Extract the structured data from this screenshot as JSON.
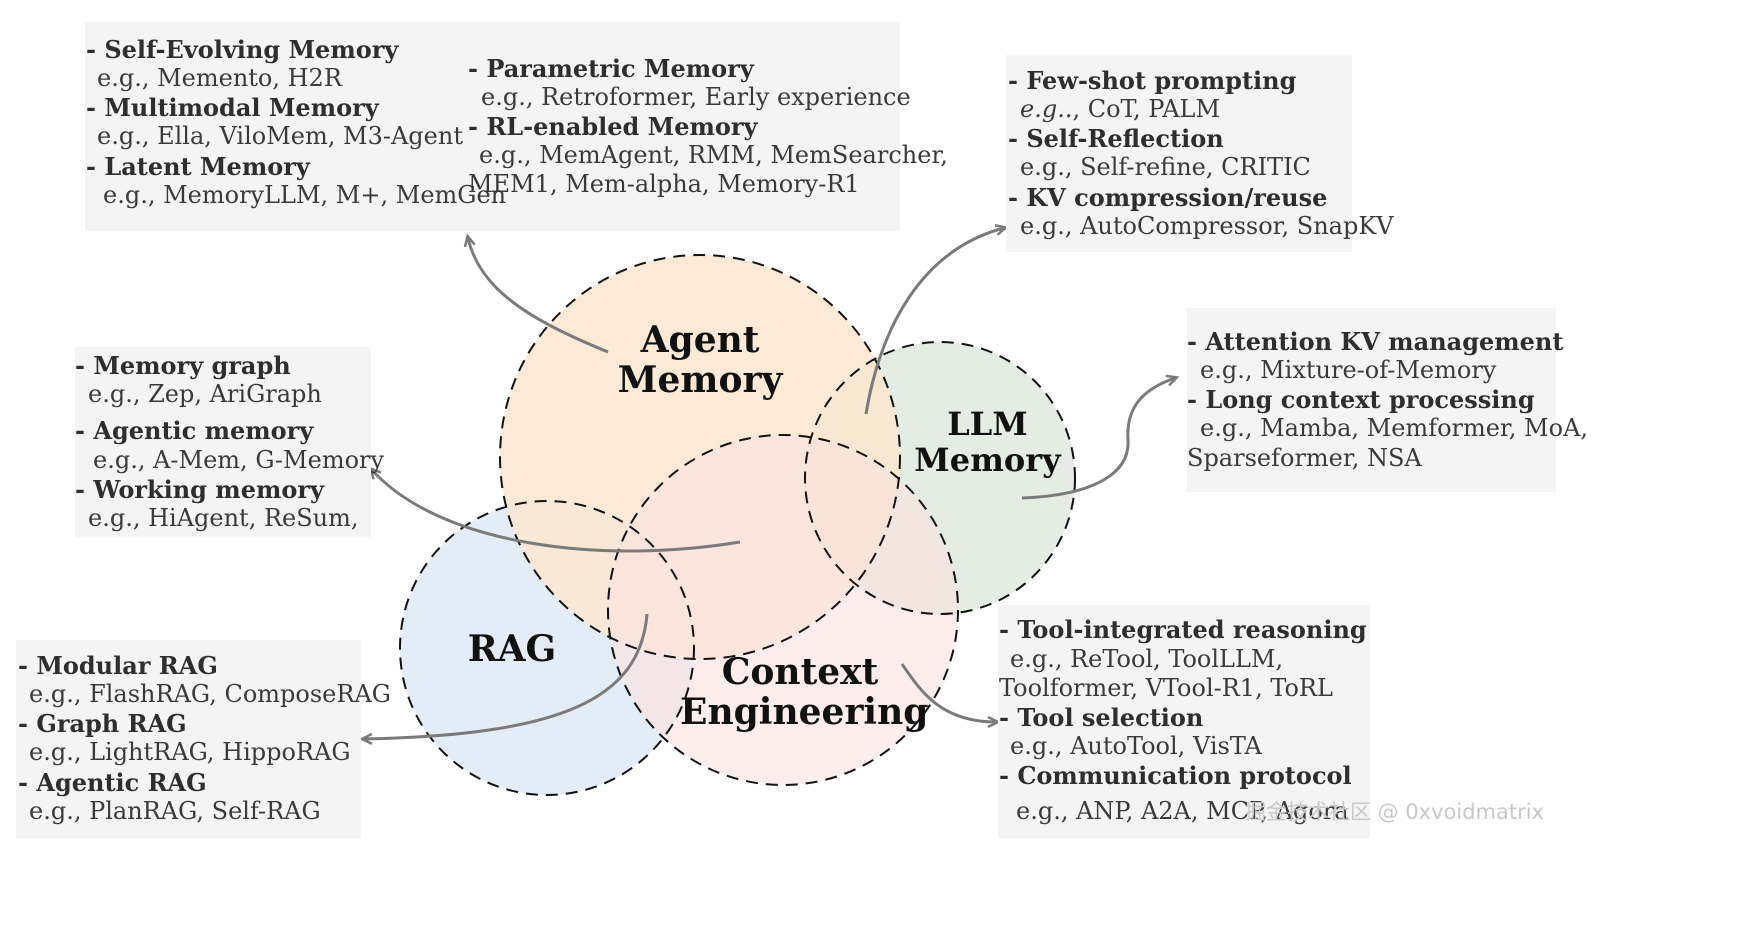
{
  "circles": {
    "agent_memory": {
      "label_line1": "Agent",
      "label_line2": "Memory",
      "fill": "#fbe6cf"
    },
    "llm_memory": {
      "label_line1": "LLM",
      "label_line2": "Memory",
      "fill": "#e1ece1"
    },
    "context_engineering": {
      "label_line1": "Context",
      "label_line2": "Engineering",
      "fill": "#fbe1df"
    },
    "rag": {
      "label": "RAG",
      "fill": "#e1ecf8"
    }
  },
  "boxes": {
    "agent_memory_left": {
      "items": [
        {
          "title": "- Self-Evolving Memory",
          "examples": "e.g., Memento, H2R"
        },
        {
          "title": "- Multimodal Memory",
          "examples": "e.g., Ella, ViloMem, M3-Agent"
        },
        {
          "title": "- Latent Memory",
          "examples": "e.g., MemoryLLM, M+, MemGen"
        }
      ]
    },
    "agent_memory_right": {
      "items": [
        {
          "title": "- Parametric Memory",
          "examples": "e.g., Retroformer, Early experience"
        },
        {
          "title": "- RL-enabled Memory",
          "examples": "e.g., MemAgent, RMM, MemSearcher,",
          "examples2": "MEM1, Mem-alpha, Memory-R1"
        }
      ]
    },
    "llm_prompting": {
      "items": [
        {
          "title": "- Few-shot prompting",
          "examples_prefix": "e.g.",
          "examples": "., CoT, PALM"
        },
        {
          "title": "- Self-Reflection",
          "examples": "e.g., Self-refine, CRITIC"
        },
        {
          "title": "- KV compression/reuse",
          "examples": "e.g., AutoCompressor, SnapKV"
        }
      ]
    },
    "llm_memory": {
      "items": [
        {
          "title": "- Attention KV management",
          "examples": "e.g., Mixture-of-Memory"
        },
        {
          "title": "- Long context processing",
          "examples": "e.g., Mamba, Memformer, MoA,",
          "examples2": "Sparseformer, NSA"
        }
      ]
    },
    "agentic": {
      "items": [
        {
          "title": "- Memory graph",
          "examples": "e.g., Zep, AriGraph"
        },
        {
          "title": "- Agentic memory",
          "examples": "e.g., A-Mem, G-Memory"
        },
        {
          "title": "- Working memory",
          "examples": "e.g., HiAgent, ReSum,"
        }
      ]
    },
    "rag": {
      "items": [
        {
          "title": "- Modular RAG",
          "examples": "e.g., FlashRAG, ComposeRAG"
        },
        {
          "title": "- Graph RAG",
          "examples": "e.g., LightRAG, HippoRAG"
        },
        {
          "title": "- Agentic RAG",
          "examples": "e.g., PlanRAG, Self-RAG"
        }
      ]
    },
    "context_engineering": {
      "items": [
        {
          "title": "- Tool-integrated reasoning",
          "examples": "e.g., ReTool, ToolLLM,",
          "examples2": "Toolformer, VTool-R1, ToRL"
        },
        {
          "title": "- Tool selection",
          "examples": "e.g., AutoTool, VisTA"
        },
        {
          "title": "- Communication protocol",
          "examples": "e.g., ANP, A2A, MCP, Agora"
        }
      ]
    }
  },
  "colors": {
    "arrow": "#7a7a7a",
    "circle_stroke": "#111111",
    "box_bg": "#f4f4f4"
  },
  "watermark": "掘金技术社区 @ 0xvoidmatrix"
}
